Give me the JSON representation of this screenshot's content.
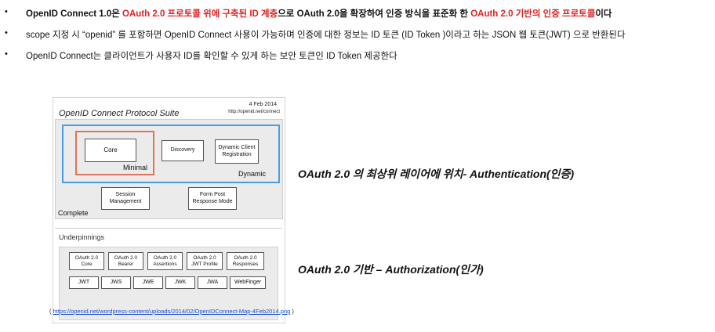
{
  "bullets": [
    {
      "dot": "•",
      "segments": [
        {
          "text": "OpenID Connect 1.0은 ",
          "style": "bold"
        },
        {
          "text": "OAuth 2.0 프로토콜 위에 구축된 ID 계층",
          "style": "red"
        },
        {
          "text": "으로 OAuth 2.0을 확장하여 인증 방식을 표준화 한 ",
          "style": "bold"
        },
        {
          "text": "OAuth 2.0 기반의 인증 프로토콜",
          "style": "red"
        },
        {
          "text": "이다",
          "style": "bold"
        }
      ]
    },
    {
      "dot": "•",
      "segments": [
        {
          "text": "scope 지정 시 “openid” 를 포함하면 OpenID Connect 사용이 가능하며 인증에 대한 정보는 ID 토큰 (ID Token )이라고 하는 JSON 웹 토큰(JWT) 으로 반환된다",
          "style": "normal"
        }
      ]
    },
    {
      "dot": "•",
      "segments": [
        {
          "text": "OpenID Connect는 클라이언트가 사용자 ID를 확인할 수 있게 하는 보안 토큰인 ID Token 제공한다",
          "style": "normal"
        }
      ]
    }
  ],
  "diagram": {
    "title": "OpenID Connect Protocol Suite",
    "date": "4 Feb 2014",
    "url": "http://openid.net/connect",
    "core": "Core",
    "minimal": "Minimal",
    "discovery": "Discovery",
    "dynamic_client_registration": "Dynamic Client Registration",
    "dynamic": "Dynamic",
    "session_management": "Session Management",
    "form_post_response_mode": "Form Post Response Mode",
    "complete": "Complete",
    "underpinnings": "Underpinnings",
    "oauth_row": [
      "OAuth 2.0 Core",
      "OAuth 2.0 Bearer",
      "OAuth 2.0 Assertions",
      "OAuth 2.0 JWT Profile",
      "OAuth 2.0 Responses"
    ],
    "token_row": [
      "JWT",
      "JWS",
      "JWE",
      "JWK",
      "JWA",
      "WebFinger"
    ]
  },
  "annotations": {
    "top": "OAuth 2.0 의 최상위 레이어에 위치- Authentication(인증)",
    "bottom": "OAuth 2.0 기반 – Authorization(인가)"
  },
  "caption": {
    "open": "( ",
    "link": "https://openid.net/wordpress-content/uploads/2014/02/OpenIDConnect-Map-4Feb2014.png",
    "close": " )"
  }
}
